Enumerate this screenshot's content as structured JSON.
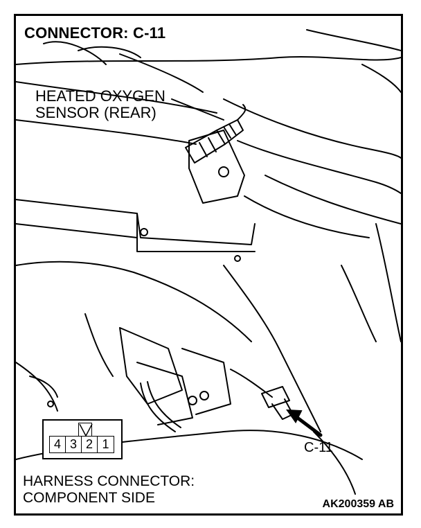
{
  "title": "CONNECTOR: C-11",
  "sensor_label": {
    "line1": "HEATED OXYGEN",
    "line2": "SENSOR (REAR)"
  },
  "connector_callout": "C-11",
  "pins": [
    "4",
    "3",
    "2",
    "1"
  ],
  "harness_label": {
    "line1": "HARNESS CONNECTOR:",
    "line2": "COMPONENT SIDE"
  },
  "figure_code": "AK200359 AB"
}
